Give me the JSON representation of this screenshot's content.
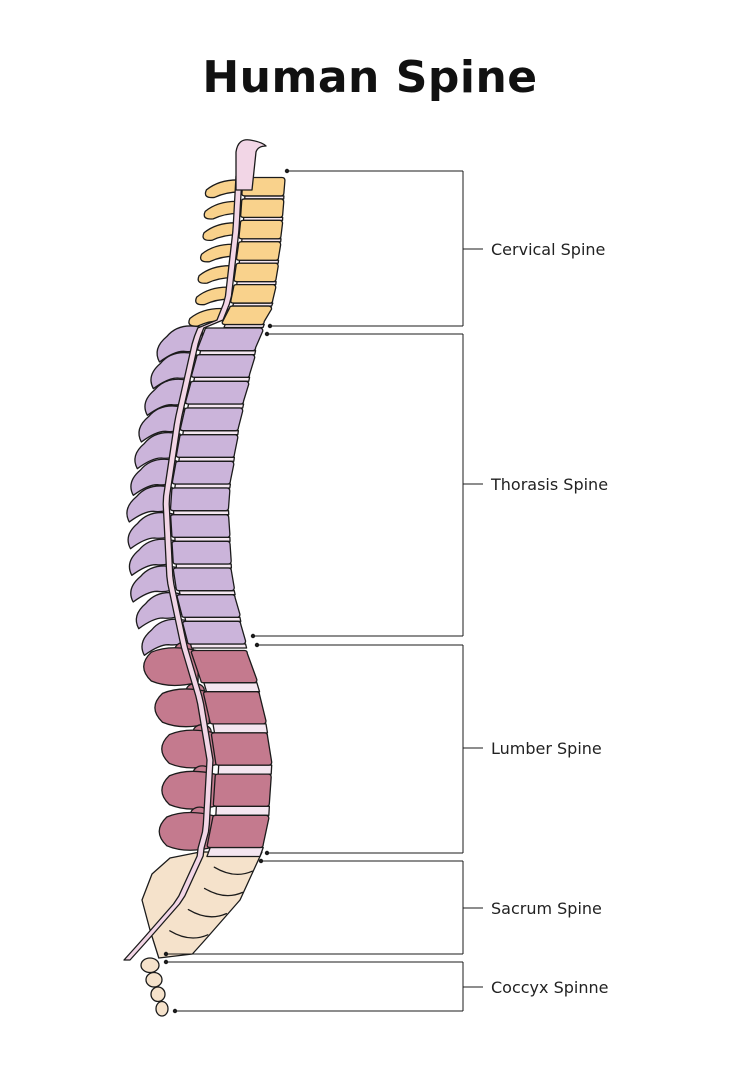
{
  "title": "Human Spine",
  "regions": [
    {
      "label": "Cervical Spine",
      "color": "#f9d28c",
      "vertebrae": 7
    },
    {
      "label": "Thorasis Spine",
      "color": "#cbb4da",
      "vertebrae": 12
    },
    {
      "label": "Lumber Spine",
      "color": "#c47a8e",
      "vertebrae": 5
    },
    {
      "label": "Sacrum Spine",
      "color": "#f5e2cb",
      "vertebrae": 5
    },
    {
      "label": "Coccyx Spinne",
      "color": "#f5e2cb",
      "vertebrae": 4
    }
  ],
  "colors": {
    "spinal_cord": "#f2d6e6",
    "disc": "#f4e6f0",
    "outline": "#1b1b1b"
  }
}
